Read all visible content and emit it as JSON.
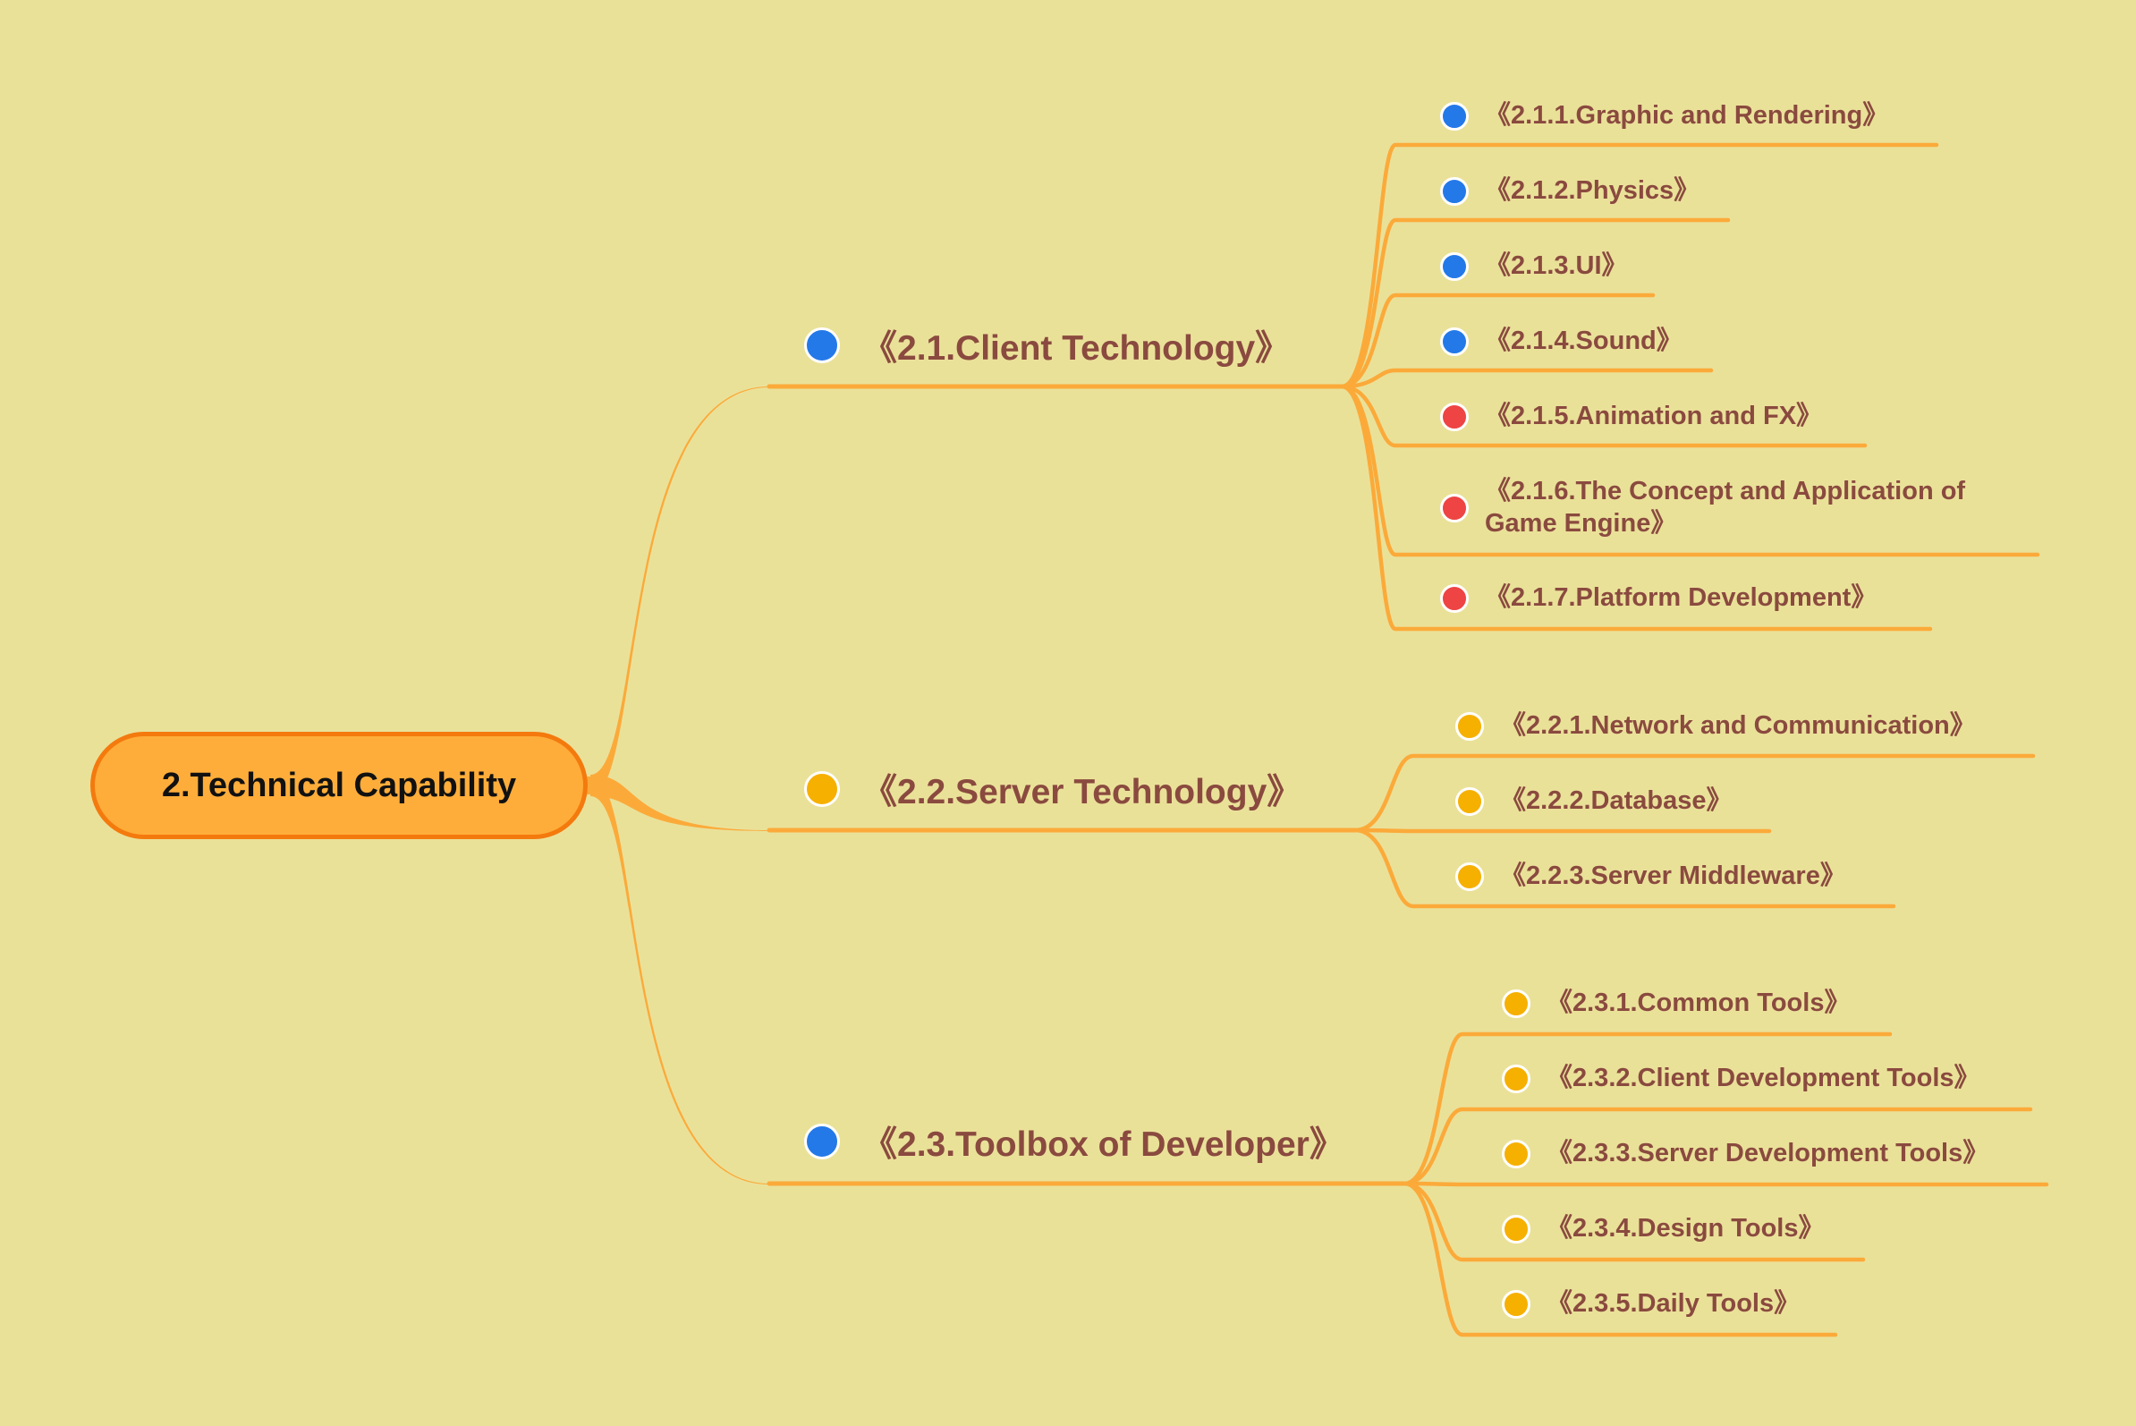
{
  "colors": {
    "background": "#EAE199",
    "branch": "#FBAA3A",
    "text": "#8A4A3F",
    "root_fill": "#FFAD3A",
    "root_border": "#F47A0E",
    "blue": "#2479E8",
    "red": "#EE4444",
    "orange": "#F6B000"
  },
  "root": {
    "label": "2.Technical Capability"
  },
  "client": {
    "label": "《2.1.Client Technology》",
    "dot": "blue",
    "items": [
      {
        "label": "《2.1.1.Graphic and Rendering》",
        "dot": "blue"
      },
      {
        "label": "《2.1.2.Physics》",
        "dot": "blue"
      },
      {
        "label": "《2.1.3.UI》",
        "dot": "blue"
      },
      {
        "label": "《2.1.4.Sound》",
        "dot": "blue"
      },
      {
        "label": "《2.1.5.Animation and FX》",
        "dot": "red"
      },
      {
        "label": "《2.1.6.The Concept and Application of",
        "label2": "Game Engine》",
        "dot": "red"
      },
      {
        "label": "《2.1.7.Platform Development》",
        "dot": "red"
      }
    ]
  },
  "server": {
    "label": "《2.2.Server Technology》",
    "dot": "orange",
    "items": [
      {
        "label": "《2.2.1.Network and Communication》",
        "dot": "orange"
      },
      {
        "label": "《2.2.2.Database》",
        "dot": "orange"
      },
      {
        "label": "《2.2.3.Server Middleware》",
        "dot": "orange"
      }
    ]
  },
  "toolbox": {
    "label": "《2.3.Toolbox of Developer》",
    "dot": "blue",
    "items": [
      {
        "label": "《2.3.1.Common Tools》",
        "dot": "orange"
      },
      {
        "label": "《2.3.2.Client Development Tools》",
        "dot": "orange"
      },
      {
        "label": "《2.3.3.Server Development Tools》",
        "dot": "orange"
      },
      {
        "label": "《2.3.4.Design Tools》",
        "dot": "orange"
      },
      {
        "label": "《2.3.5.Daily Tools》",
        "dot": "orange"
      }
    ]
  }
}
